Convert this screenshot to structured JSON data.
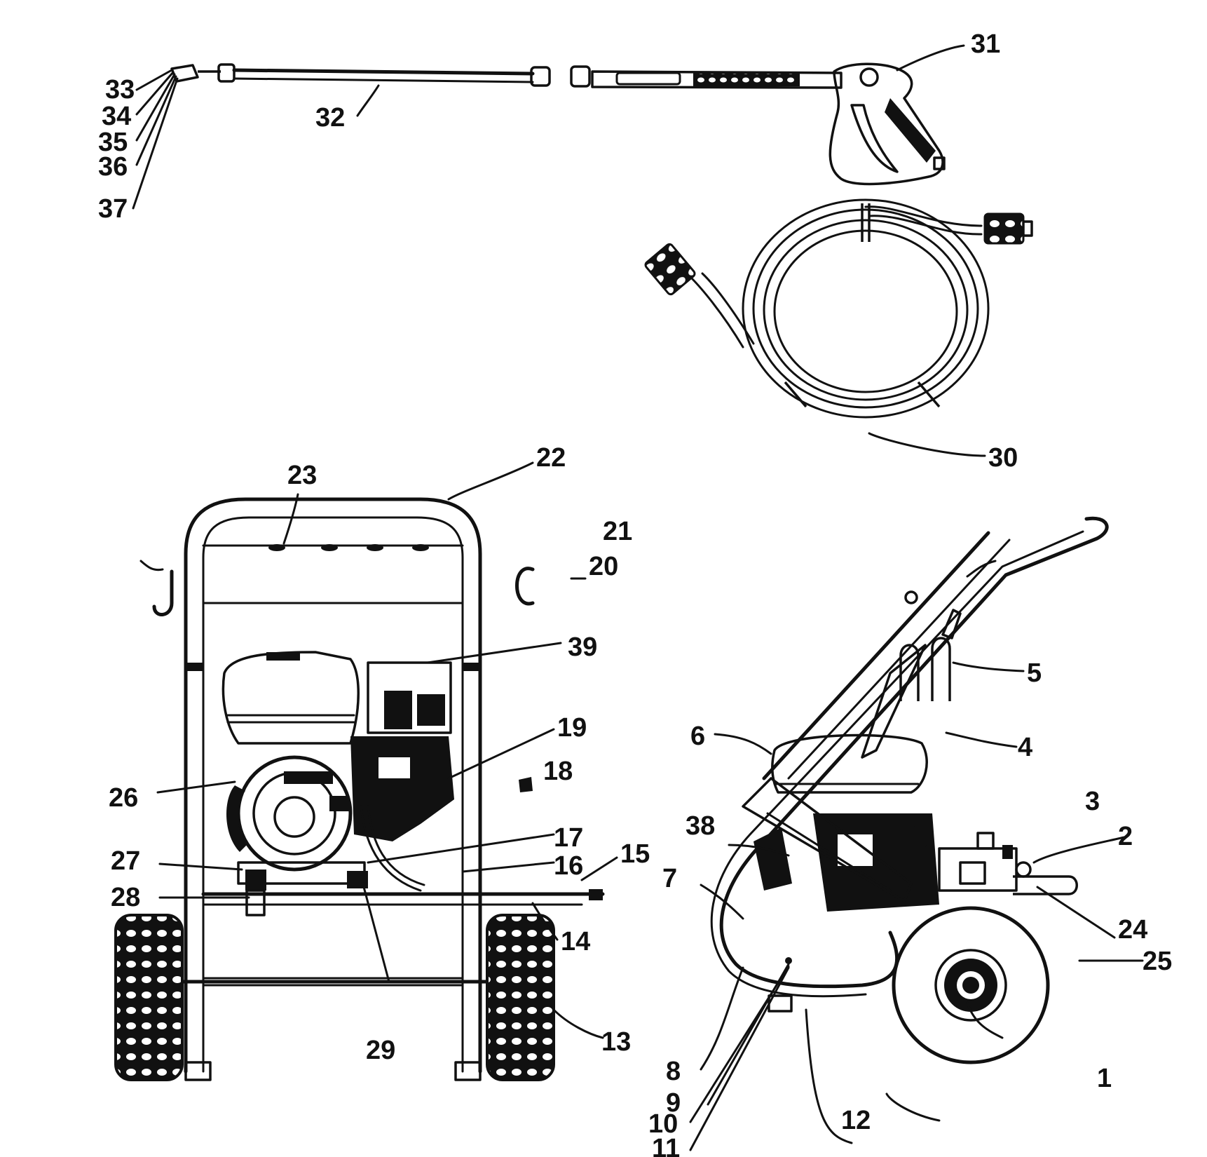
{
  "colors": {
    "ink": "#111111",
    "paper": "#ffffff",
    "tread": "#ffffff"
  },
  "callouts": [
    {
      "id": "c1",
      "text": "1"
    },
    {
      "id": "c2",
      "text": "2"
    },
    {
      "id": "c3",
      "text": "3"
    },
    {
      "id": "c4",
      "text": "4"
    },
    {
      "id": "c5",
      "text": "5"
    },
    {
      "id": "c6",
      "text": "6"
    },
    {
      "id": "c7",
      "text": "7"
    },
    {
      "id": "c8",
      "text": "8"
    },
    {
      "id": "c9",
      "text": "9"
    },
    {
      "id": "c10",
      "text": "10"
    },
    {
      "id": "c11",
      "text": "11"
    },
    {
      "id": "c12",
      "text": "12"
    },
    {
      "id": "c13",
      "text": "13"
    },
    {
      "id": "c14",
      "text": "14"
    },
    {
      "id": "c15",
      "text": "15"
    },
    {
      "id": "c16",
      "text": "16"
    },
    {
      "id": "c17",
      "text": "17"
    },
    {
      "id": "c18",
      "text": "18"
    },
    {
      "id": "c19",
      "text": "19"
    },
    {
      "id": "c20",
      "text": "20"
    },
    {
      "id": "c21",
      "text": "21"
    },
    {
      "id": "c22",
      "text": "22"
    },
    {
      "id": "c23",
      "text": "23"
    },
    {
      "id": "c24",
      "text": "24"
    },
    {
      "id": "c25",
      "text": "25"
    },
    {
      "id": "c26",
      "text": "26"
    },
    {
      "id": "c27",
      "text": "27"
    },
    {
      "id": "c28",
      "text": "28"
    },
    {
      "id": "c29",
      "text": "29"
    },
    {
      "id": "c30",
      "text": "30"
    },
    {
      "id": "c31",
      "text": "31"
    },
    {
      "id": "c32",
      "text": "32"
    },
    {
      "id": "c33",
      "text": "33"
    },
    {
      "id": "c34",
      "text": "34"
    },
    {
      "id": "c35",
      "text": "35"
    },
    {
      "id": "c36",
      "text": "36"
    },
    {
      "id": "c37",
      "text": "37"
    },
    {
      "id": "c38",
      "text": "38"
    },
    {
      "id": "c39",
      "text": "39"
    }
  ]
}
